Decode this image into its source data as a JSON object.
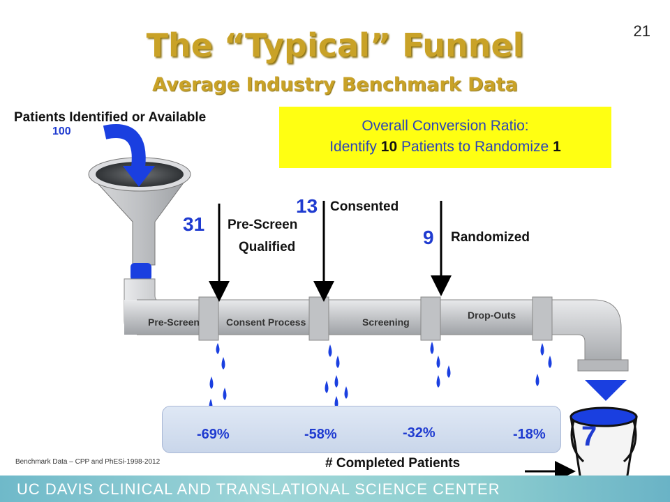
{
  "title": "The “Typical” Funnel",
  "subtitle": "Average Industry Benchmark Data",
  "slide_number": "21",
  "funnel_input": {
    "label": "Patients Identified or Available",
    "count": "100"
  },
  "conversion": {
    "line1": "Overall Conversion Ratio:",
    "pre": "Identify ",
    "identify_count": "10",
    "mid": " Patients to Randomize ",
    "randomize_count": "1"
  },
  "stages": [
    {
      "count": "31",
      "label_line1": "Pre-Screen",
      "label_line2": "Qualified"
    },
    {
      "count": "13",
      "label": "Consented"
    },
    {
      "count": "9",
      "label": "Randomized"
    }
  ],
  "pipe_labels": [
    "Pre-Screen",
    "Consent Process",
    "Screening",
    "Drop-Outs"
  ],
  "dropoff_rates": [
    "-69%",
    "-58%",
    "-32%",
    "-18%"
  ],
  "completed": {
    "label": "# Completed Patients",
    "count": "7"
  },
  "footnote": "Benchmark Data – CPP and PhESi-1998-2012",
  "banner": "UC DAVIS CLINICAL AND TRANSLATIONAL SCIENCE CENTER",
  "colors": {
    "title": "#c9a227",
    "accent_blue": "#1f3bd0",
    "highlight": "#ffff12",
    "pipe": "#c7c9cc"
  }
}
